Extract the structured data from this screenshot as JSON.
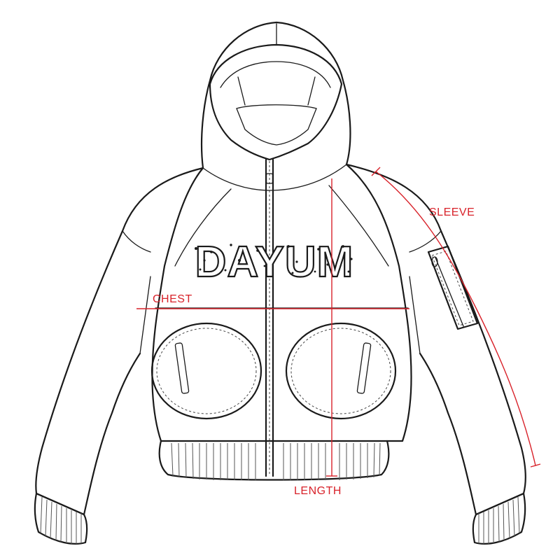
{
  "diagram": {
    "logo_text": "DAYUM",
    "measurements": {
      "chest": "CHEST",
      "length": "LENGTH",
      "sleeve": "SLEEVE"
    },
    "colors": {
      "outline": "#1a1a1a",
      "measure": "#d8222a",
      "background": "#ffffff"
    }
  }
}
